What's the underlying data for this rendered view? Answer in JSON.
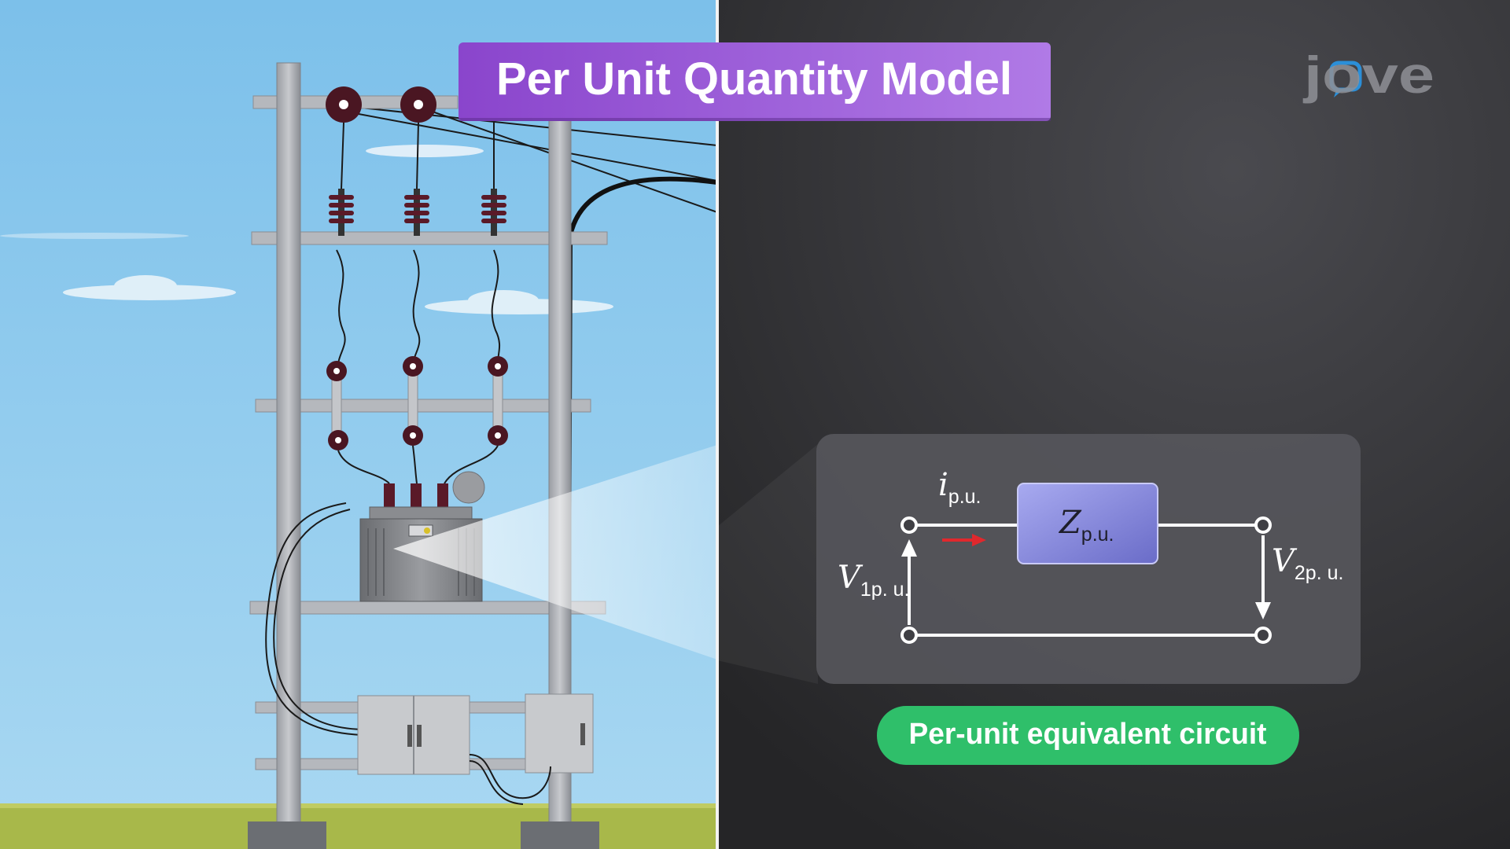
{
  "title": "Per Unit Quantity Model",
  "logo_text": "jove",
  "caption": "Per-unit equivalent circuit",
  "circuit": {
    "current_label": {
      "main": "i",
      "sub": "p.u."
    },
    "impedance_label": {
      "main": "Z",
      "sub": "p.u."
    },
    "input_voltage_label": {
      "main": "V",
      "sub": "1p. u."
    },
    "output_voltage_label": {
      "main": "V",
      "sub": "2p. u."
    }
  },
  "colors": {
    "title_banner": "#9a5ad6",
    "caption_pill": "#2fbf6a",
    "impedance_box": "#7d80d6",
    "current_arrow": "#e0282d",
    "sky": "#8fc8ec",
    "ground": "#a8b84a",
    "dark_panel": "#2c2c2f"
  },
  "icons": [
    "transformer-icon",
    "insulator-icon",
    "utility-pole-icon",
    "cabinet-icon"
  ]
}
